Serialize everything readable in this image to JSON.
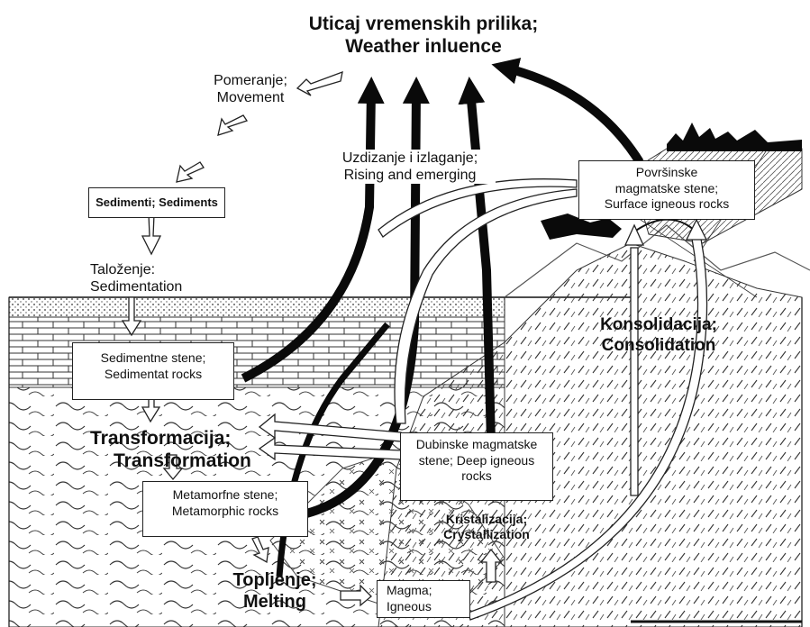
{
  "title": {
    "line1": "Uticaj vremenskih prilika;",
    "line2": "Weather inluence"
  },
  "labels": {
    "movement": {
      "line1": "Pomeranje;",
      "line2": "Movement"
    },
    "rising": {
      "line1": "Uzdizanje i izlaganje;",
      "line2": "Rising and emerging"
    },
    "sedimentation": {
      "line1": "Taloženje:",
      "line2": "Sedimentation"
    },
    "transformation": {
      "line1": "Transformacija;",
      "line2": "Transformation"
    },
    "consolidation": {
      "line1": "Konsolidacija;",
      "line2": "Consolidation"
    },
    "crystallization": {
      "line1": "Kristalizacija;",
      "line2": "Crystallization"
    },
    "melting": {
      "line1": "Topljenje;",
      "line2": "Melting"
    }
  },
  "boxes": {
    "sediments": "Sedimenti; Sediments",
    "surface_igneous": {
      "line1": "Površinske",
      "line2": "magmatske stene;",
      "line3": "Surface igneous rocks"
    },
    "sedimentary_rocks": {
      "line1": "Sedimentne stene;",
      "line2": "Sedimentat rocks"
    },
    "deep_igneous": {
      "line1": "Dubinske magmatske",
      "line2": "stene; Deep igneous",
      "line3": "rocks"
    },
    "metamorphic": {
      "line1": "Metamorfne stene;",
      "line2": "Metamorphic rocks"
    },
    "magma": {
      "line1": "Magma;",
      "line2": "Igneous"
    }
  },
  "colors": {
    "ink": "#111111",
    "arrow_dark": "#0a0a0a",
    "hatch": "#444444"
  }
}
